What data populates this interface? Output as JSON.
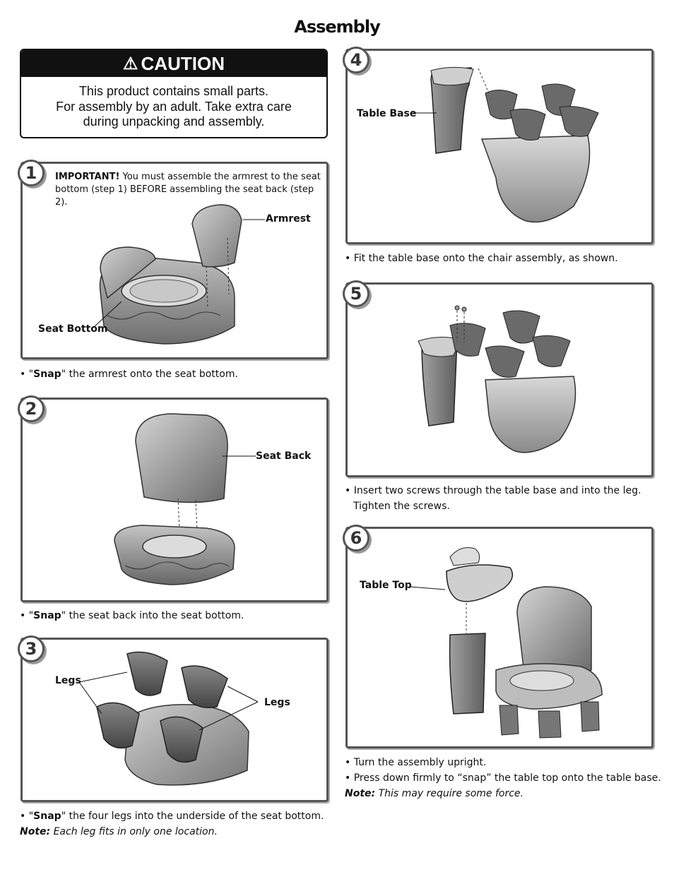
{
  "page_title": "Assembly",
  "caution": {
    "heading": "CAUTION",
    "lines": [
      "This product contains small parts.",
      "For assembly by an adult. Take extra care",
      "during unpacking and assembly."
    ]
  },
  "steps": [
    {
      "number": "1",
      "important_label": "IMPORTANT!",
      "important_text": " You must assemble the armrest to the seat bottom (step 1) BEFORE assembling the seat back (step 2).",
      "labels": {
        "armrest": "Armrest",
        "seat_bottom": "Seat Bottom"
      },
      "instruction": {
        "bullet": "• \"",
        "snap": "Snap",
        "rest": "\" the armrest onto the seat bottom."
      }
    },
    {
      "number": "2",
      "labels": {
        "seat_back": "Seat Back"
      },
      "instruction": {
        "bullet": "• \"",
        "snap": "Snap",
        "rest": "\" the seat back into the seat bottom."
      }
    },
    {
      "number": "3",
      "labels": {
        "legs_left": "Legs",
        "legs_right": "Legs"
      },
      "instruction": {
        "bullet": "• \"",
        "snap": "Snap",
        "rest": "\" the four legs into the underside of the seat bottom."
      },
      "note_label": "Note:",
      "note_text": " Each leg fits in only one location."
    },
    {
      "number": "4",
      "labels": {
        "table_base": "Table Base"
      },
      "instruction_text": "• Fit the table base onto the chair assembly, as shown."
    },
    {
      "number": "5",
      "instruction_line1": "• Insert two screws through the table base and into the leg.",
      "instruction_line2": "Tighten the screws."
    },
    {
      "number": "6",
      "labels": {
        "table_top": "Table Top"
      },
      "instruction_line1": "• Turn the assembly upright.",
      "instruction_line2": "• Press down firmly to “snap” the table top onto the table base.",
      "note_label": "Note:",
      "note_text": " This may require some force."
    }
  ]
}
